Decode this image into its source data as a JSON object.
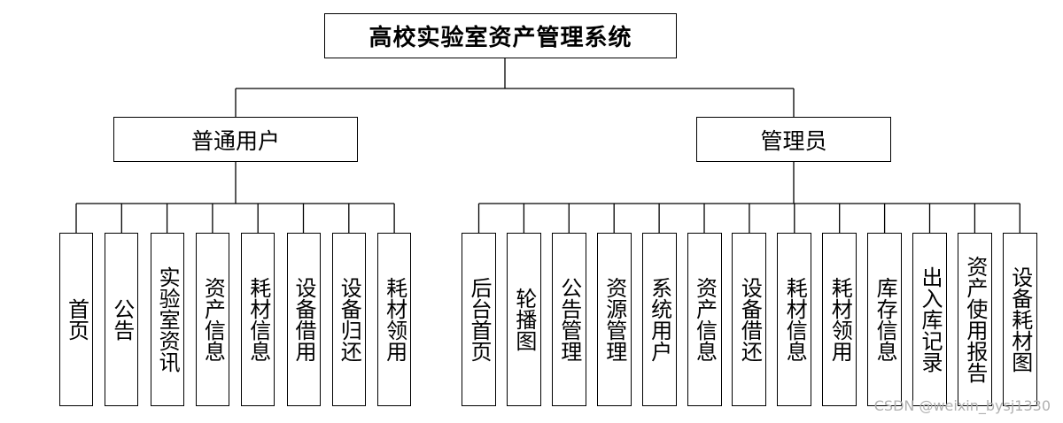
{
  "root": "高校实验室资产管理系统",
  "roles": [
    {
      "label": "普通用户",
      "modules": [
        "首页",
        "公告",
        "实验室资讯",
        "资产信息",
        "耗材信息",
        "设备借用",
        "设备归还",
        "耗材领用"
      ]
    },
    {
      "label": "管理员",
      "modules": [
        "后台首页",
        "轮播图",
        "公告管理",
        "资源管理",
        "系统用户",
        "资产信息",
        "设备借还",
        "耗材信息",
        "耗材领用",
        "库存信息",
        "出入库记录",
        "资产使用报告",
        "设备耗材图"
      ]
    }
  ],
  "watermark": "CSDN @weixin_bysj1330"
}
